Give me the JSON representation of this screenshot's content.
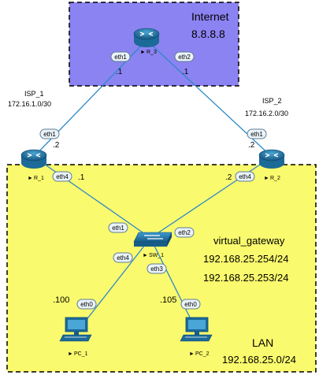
{
  "zones": {
    "internet": {
      "title": "Internet",
      "dns": "8.8.8.8",
      "fill": "#8c83f2",
      "border": "#000000"
    },
    "lan": {
      "vgw_title": "virtual_gateway",
      "vgw_ip1": "192.168.25.254/24",
      "vgw_ip2": "192.168.25.253/24",
      "title": "LAN",
      "subnet": "192.168.25.0/24",
      "fill": "#fafa6e",
      "border": "#000000"
    }
  },
  "links": {
    "isp1": {
      "name": "ISP_1",
      "subnet": "172.16.1.0/30"
    },
    "isp2": {
      "name": "ISP_2",
      "subnet": "172.16.2.0/30"
    },
    "color": "#2d89c8"
  },
  "devices": {
    "r3": {
      "label": "R_3",
      "icon": "router-icon"
    },
    "r1": {
      "label": "R_1",
      "icon": "router-icon"
    },
    "r2": {
      "label": "R_2",
      "icon": "router-icon"
    },
    "sw1": {
      "label": "SW_1",
      "icon": "switch-icon"
    },
    "pc1": {
      "label": "PC_1",
      "icon": "computer-icon"
    },
    "pc2": {
      "label": "PC_2",
      "icon": "computer-icon"
    }
  },
  "interfaces": {
    "r3_eth1": "eth1",
    "r3_eth2": "eth2",
    "r1_eth1": "eth1",
    "r1_eth4": "eth4",
    "r2_eth1": "eth1",
    "r2_eth4": "eth4",
    "sw_eth1": "eth1",
    "sw_eth2": "eth2",
    "sw_eth4": "eth4",
    "sw_eth3": "eth3",
    "pc1_eth0": "eth0",
    "pc2_eth0": "eth0"
  },
  "addresses": {
    "r3_left": ".1",
    "r3_right": ".1",
    "r1_isp": ".2",
    "r2_isp": ".2",
    "r1_lan": ".1",
    "r2_lan": ".2",
    "pc1": ".100",
    "pc2": ".105"
  }
}
